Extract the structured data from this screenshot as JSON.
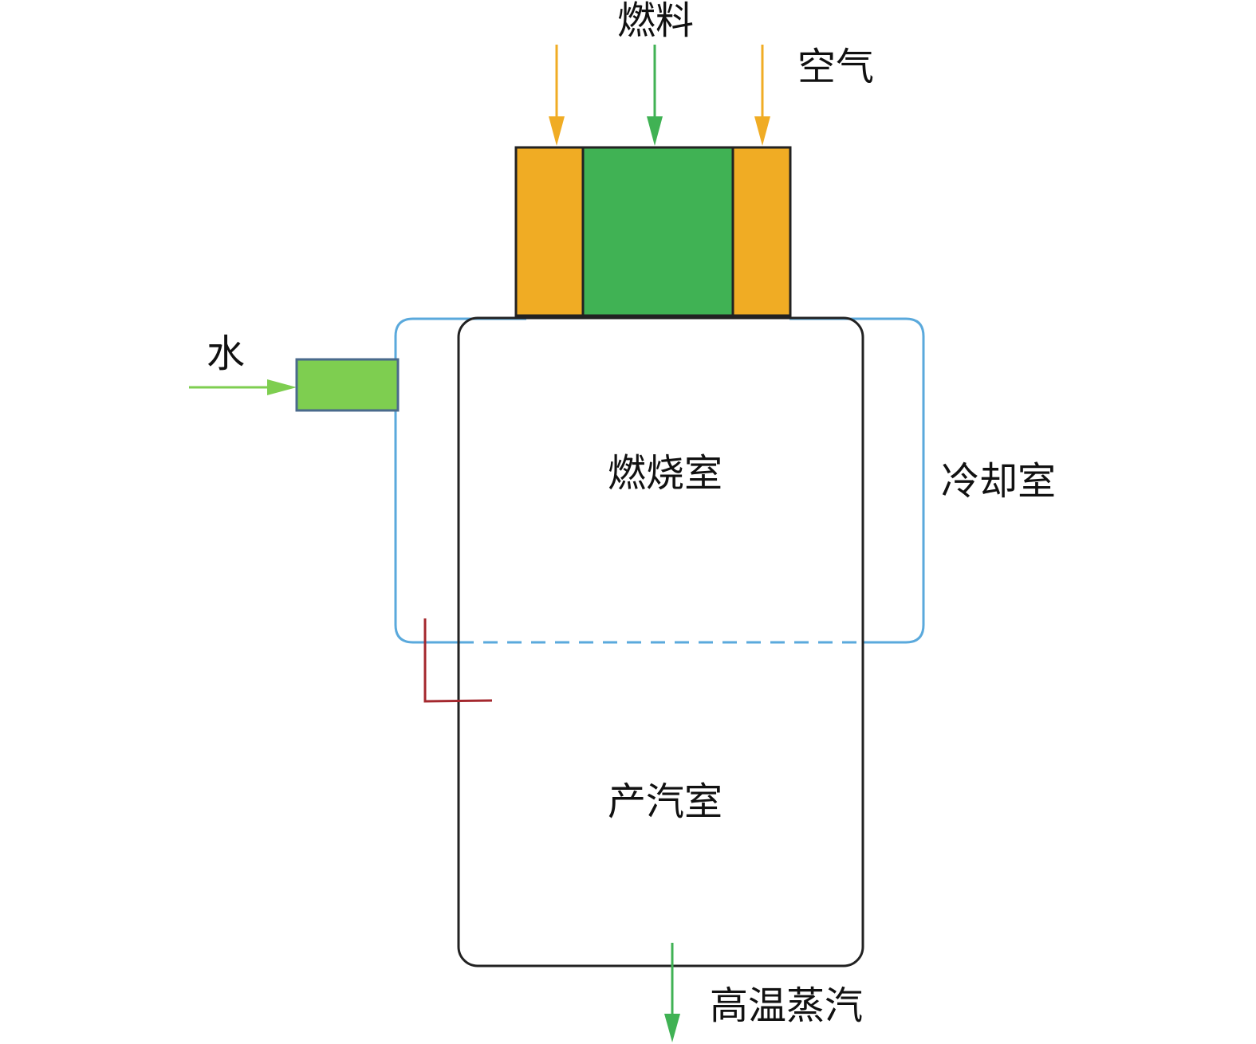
{
  "labels": {
    "fuel": "燃料",
    "air": "空气",
    "water": "水",
    "combustion_chamber": "燃烧室",
    "cooling_chamber": "冷却室",
    "steam_chamber": "产汽室",
    "output_steam": "高温蒸汽"
  },
  "colors": {
    "air_orange": "#F0AC24",
    "fuel_green": "#40B254",
    "water_green": "#7ECE50",
    "cooling_blue": "#5AA9DC",
    "marker_red": "#A4282E",
    "outline_black": "#222222",
    "inlet_border": "#4A6A8C"
  }
}
